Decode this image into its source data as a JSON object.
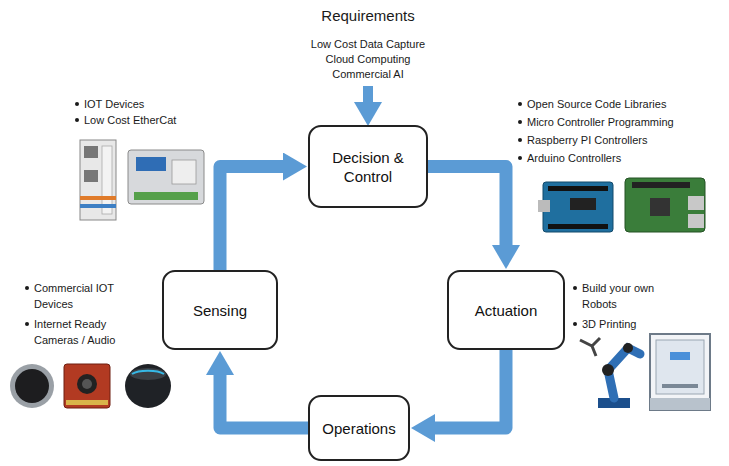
{
  "diagram": {
    "nodes": [
      {
        "text": [
          "Decision & Control"
        ]
      },
      {
        "text": [
          "Actuation"
        ]
      },
      {
        "text": [
          "Operations"
        ]
      },
      {
        "text": [
          "Sensing"
        ]
      }
    ],
    "edges": [
      {
        "from": 0,
        "to": 1,
        "arrow": "to"
      },
      {
        "from": 1,
        "to": 2,
        "arrow": "to"
      },
      {
        "from": 2,
        "to": 3,
        "arrow": "to"
      },
      {
        "from": 3,
        "to": 0,
        "arrow": "to"
      }
    ],
    "labels": [
      "Requirements",
      "Low Cost Data Capture",
      "Cloud Computing",
      "Commercial AI",
      "IOT Devices",
      "Low Cost EtherCat",
      "Open Source Code Libraries",
      "Micro Controller Programming",
      "Raspberry PI Controllers",
      "Arduino Controllers",
      "Build your own Robots",
      "3D Printing",
      "Commercial IOT Devices",
      "Internet Ready Cameras / Audio"
    ]
  }
}
